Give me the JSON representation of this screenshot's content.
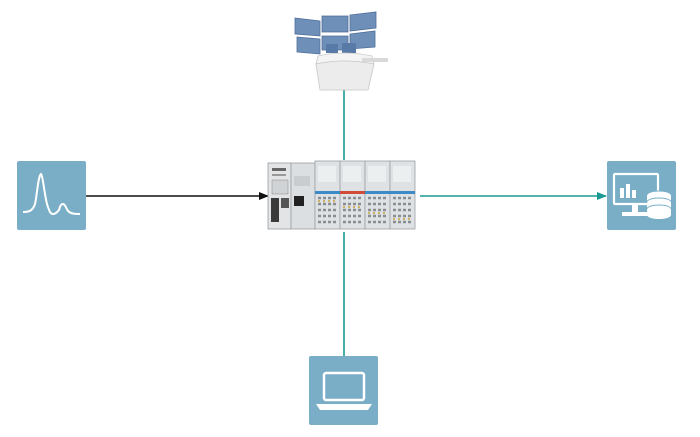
{
  "colors": {
    "background": "#ffffff",
    "tile": "#79aec6",
    "teal_link": "#1a9a92",
    "black_link": "#111111",
    "monitor": "#6e8fb8",
    "console": "#ececec",
    "controller_body": "#dfe2e4",
    "terminal": "#8a8e91"
  },
  "nodes": [
    {
      "id": "signal-source",
      "icon": "waveform-icon"
    },
    {
      "id": "control-room",
      "icon": "control-room-monitors-icon"
    },
    {
      "id": "controller",
      "icon": "modular-io-controller-icon"
    },
    {
      "id": "data-storage",
      "icon": "database-dashboard-icon"
    },
    {
      "id": "laptop",
      "icon": "laptop-icon"
    }
  ],
  "edges": [
    {
      "from": "signal-source",
      "to": "controller",
      "style": "black-arrow"
    },
    {
      "from": "controller",
      "to": "data-storage",
      "style": "teal-arrow"
    },
    {
      "from": "controller",
      "to": "control-room",
      "style": "teal-line"
    },
    {
      "from": "controller",
      "to": "laptop",
      "style": "teal-line"
    }
  ]
}
